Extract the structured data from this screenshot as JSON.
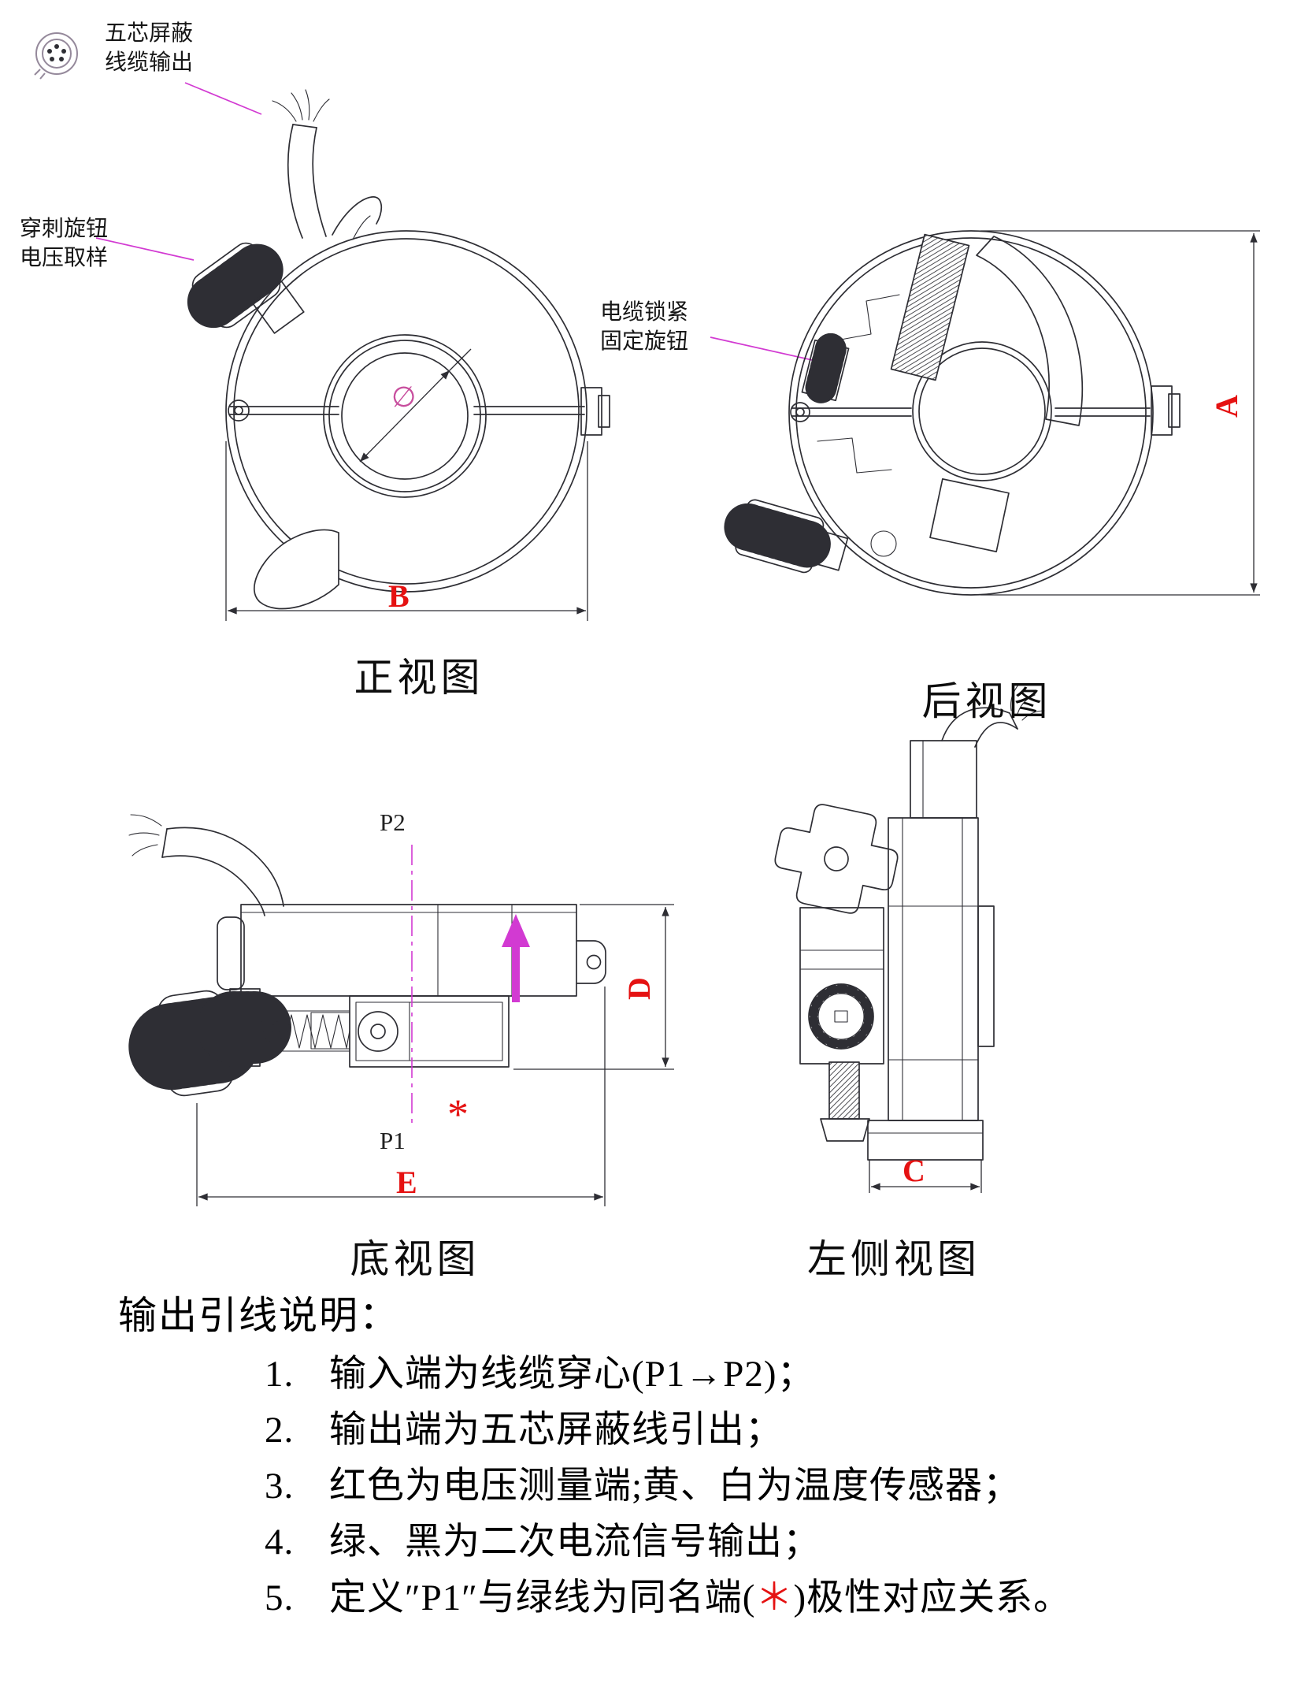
{
  "colors": {
    "red": "#e51212",
    "magenta": "#d23ad2",
    "line": "#2e2e34",
    "icon": "#95899b",
    "diam": "#c84f9e"
  },
  "callouts": {
    "cable_output": {
      "line1": "五芯屏蔽",
      "line2": "线缆输出"
    },
    "pierce_knob": {
      "line1": "穿刺旋钮",
      "line2": "电压取样"
    },
    "cable_lock": {
      "line1": "电缆锁紧",
      "line2": "固定旋钮"
    }
  },
  "views": {
    "front": {
      "title": "正视图",
      "dim_width": "B",
      "diameter": "∅"
    },
    "rear": {
      "title": "后视图",
      "dim_height": "A"
    },
    "bottom": {
      "title": "底视图",
      "dim_height": "D",
      "dim_width": "E",
      "p1": "P1",
      "p2": "P2",
      "polarity_mark": "*"
    },
    "side": {
      "title": "左侧视图",
      "dim_width": "C"
    }
  },
  "notes": {
    "heading": "输出引线说明：",
    "items": [
      {
        "num": "1.",
        "text": "输入端为线缆穿心(P1→P2)；"
      },
      {
        "num": "2.",
        "text": "输出端为五芯屏蔽线引出；"
      },
      {
        "num": "3.",
        "text": "红色为电压测量端;黄、白为温度传感器；"
      },
      {
        "num": "4.",
        "text": "绿、黑为二次电流信号输出；"
      },
      {
        "num": "5.",
        "pre": "定义″P1″与绿线为同名端(",
        "star": "＊",
        "post": ")极性对应关系。"
      }
    ]
  }
}
